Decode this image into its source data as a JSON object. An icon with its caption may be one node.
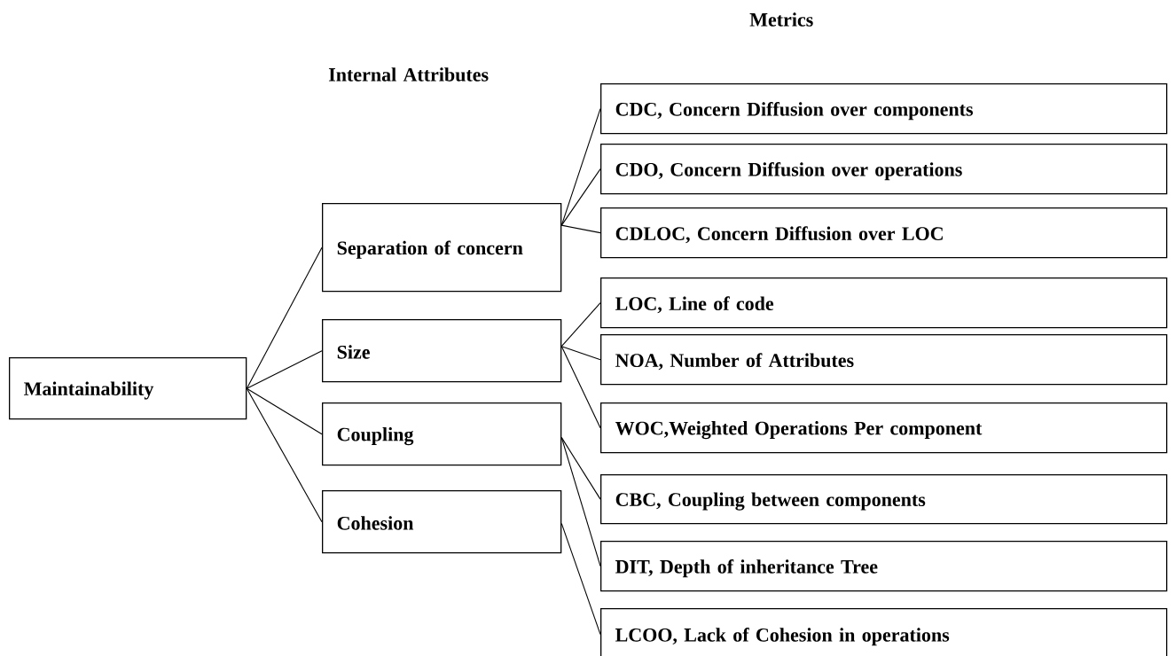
{
  "diagram": {
    "nodes": [
      {
        "text": [
          "Maintainability"
        ]
      },
      {
        "text": [
          "Separation of concern"
        ]
      },
      {
        "text": [
          "Size"
        ]
      },
      {
        "text": [
          "Coupling"
        ]
      },
      {
        "text": [
          "Cohesion"
        ]
      },
      {
        "text": [
          "CDC, Concern Diffusion over components"
        ]
      },
      {
        "text": [
          "CDO, Concern Diffusion over operations"
        ]
      },
      {
        "text": [
          "CDLOC, Concern Diffusion over LOC"
        ]
      },
      {
        "text": [
          "LOC, Line of code"
        ]
      },
      {
        "text": [
          "NOA, Number of Attributes"
        ]
      },
      {
        "text": [
          "WOC,Weighted Operations Per component"
        ]
      },
      {
        "text": [
          "CBC, Coupling between components"
        ]
      },
      {
        "text": [
          "DIT, Depth of inheritance Tree"
        ]
      },
      {
        "text": [
          "LCOO, Lack of Cohesion in operations"
        ]
      }
    ],
    "edges": [
      {
        "from": 0,
        "to": 1,
        "arrow": "none"
      },
      {
        "from": 0,
        "to": 2,
        "arrow": "none"
      },
      {
        "from": 0,
        "to": 3,
        "arrow": "none"
      },
      {
        "from": 0,
        "to": 4,
        "arrow": "none"
      },
      {
        "from": 1,
        "to": 5,
        "arrow": "none"
      },
      {
        "from": 1,
        "to": 6,
        "arrow": "none"
      },
      {
        "from": 1,
        "to": 7,
        "arrow": "none"
      },
      {
        "from": 2,
        "to": 8,
        "arrow": "none"
      },
      {
        "from": 2,
        "to": 9,
        "arrow": "none"
      },
      {
        "from": 2,
        "to": 10,
        "arrow": "none"
      },
      {
        "from": 3,
        "to": 11,
        "arrow": "none"
      },
      {
        "from": 3,
        "to": 12,
        "arrow": "none"
      },
      {
        "from": 4,
        "to": 13,
        "arrow": "none"
      }
    ],
    "labels": [
      "Metrics",
      "Internal Attributes"
    ]
  }
}
